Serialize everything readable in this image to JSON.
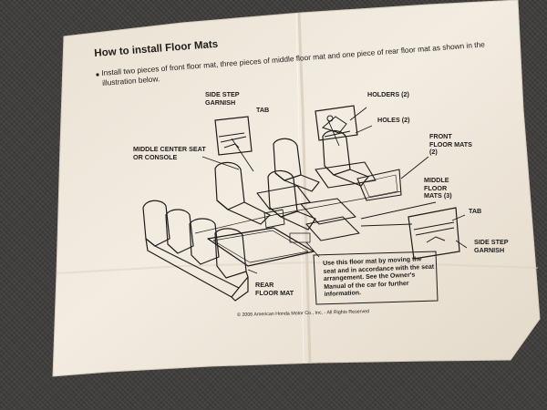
{
  "paper": {
    "title": "How to install Floor Mats",
    "bullet": "Install two pieces of front floor mat, three pieces of middle floor mat and one piece of rear floor mat as shown in the illustration below.",
    "labels": {
      "side_step_garnish_left": "SIDE STEP GARNISH",
      "tab_left": "TAB",
      "holders": "HOLDERS (2)",
      "holes": "HOLES (2)",
      "front_floor_mats": "FRONT FLOOR MATS (2)",
      "middle_center_seat": "MIDDLE CENTER SEAT OR CONSOLE",
      "middle_floor_mats": "MIDDLE FLOOR MATS (3)",
      "tab_right": "TAB",
      "side_step_garnish_right": "SIDE STEP GARNISH",
      "rear_floor_mat": "REAR FLOOR MAT"
    },
    "note": "Use this floor mat by moving the seat and in accordance with the seat arrangement. See the Owner's Manual of the car for further information.",
    "copyright": "© 2006 American Honda Motor Co., Inc. - All Rights Reserved"
  },
  "colors": {
    "carpet": "#3f3d3b",
    "paper": "#efe7da",
    "ink": "#1e1c1a"
  }
}
